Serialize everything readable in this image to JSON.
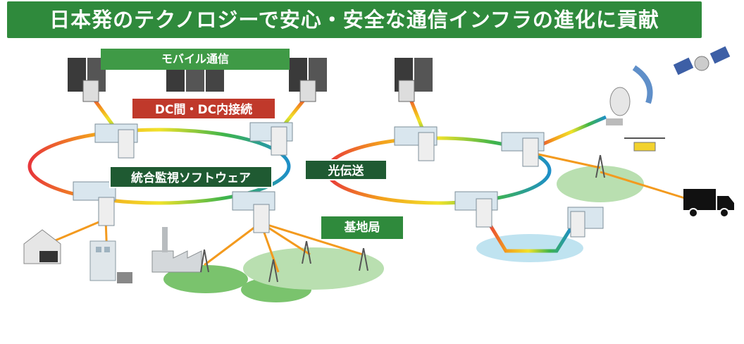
{
  "banner": {
    "title": "日本発のテクノロジーで安心・安全な通信インフラの進化に貢献"
  },
  "labels": {
    "mobile": "モバイル通信",
    "dc": "DC間・DC内接続",
    "software": "統合監視ソフトウェア",
    "optical": "光伝送",
    "base_station": "基地局"
  },
  "colors": {
    "banner": "#2f8a3c",
    "dc_label": "#c0392b",
    "dark_label": "#1f5a32",
    "fiber_orange": "#f39a1e",
    "ring_blue": "#1e8fc8",
    "ring_red": "#e8363a",
    "coverage_green": "#b9dfb0",
    "coverage_blue": "#bfe3f0"
  },
  "icons": [
    "server-rack-icon",
    "network-switch-icon",
    "house-icon",
    "laptop-icon",
    "office-building-icon",
    "tablet-icon",
    "factory-icon",
    "cell-tower-icon",
    "parabolic-antenna-icon",
    "satellite-icon",
    "drone-icon",
    "truck-icon"
  ]
}
